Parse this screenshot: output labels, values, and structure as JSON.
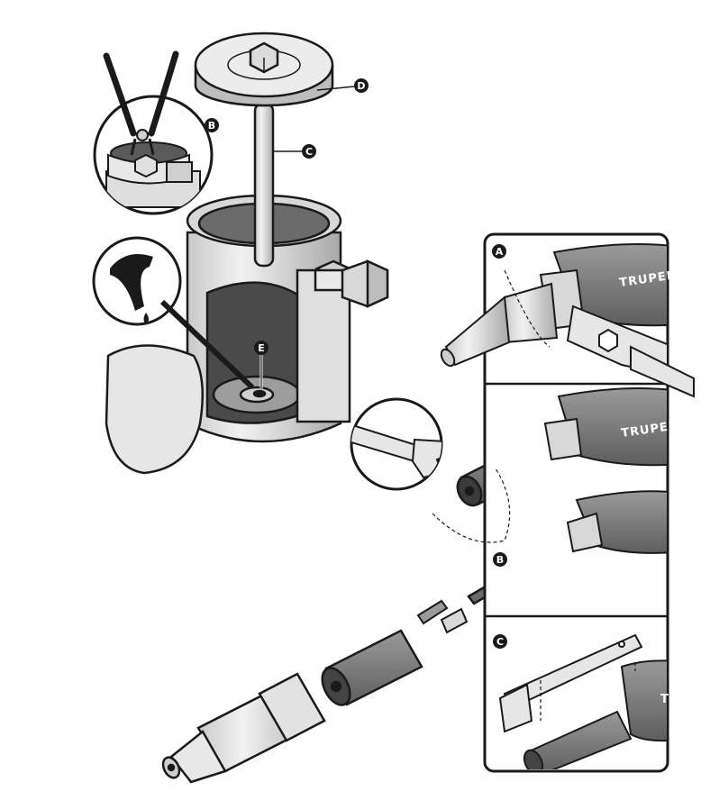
{
  "callouts": {
    "A": "A",
    "B_inset": "B",
    "B_panel": "B",
    "C_rod": "C",
    "C_panel": "C",
    "D": "D",
    "E": "E"
  },
  "brand": {
    "panel_a": "TRUPER",
    "panel_b": "TRUPER",
    "panel_c": "TRUPER"
  },
  "colors": {
    "outline": "#1a1a1a",
    "light_gray": "#e6e6e6",
    "mid_gray": "#b8b8b8",
    "dark_gray": "#5a5a5a",
    "callout_fill": "#1a1a1a"
  }
}
